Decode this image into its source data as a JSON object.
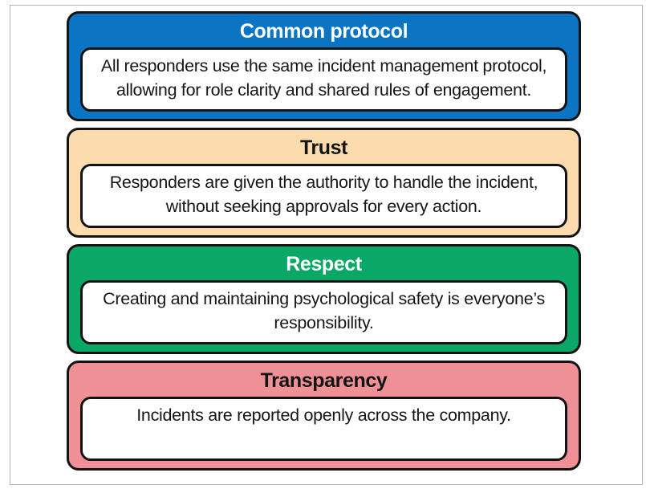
{
  "page": {
    "background": "#ffffff",
    "frame_border_color": "#b4b4b4",
    "card_border_color": "#131313"
  },
  "cards": [
    {
      "id": "common-protocol",
      "title": "Common protocol",
      "body": "All responders use the same incident management protocol, allowing for role clarity and shared rules of engagement.",
      "bg": "#0b75c4",
      "title_color": "#ffffff"
    },
    {
      "id": "trust",
      "title": "Trust",
      "body": "Responders are given the authority to handle the incident, without seeking approvals for every action.",
      "bg": "#fcdcae",
      "title_color": "#131313"
    },
    {
      "id": "respect",
      "title": "Respect",
      "body": "Creating and maintaining psychological safety is everyone’s responsibility.",
      "bg": "#0ba766",
      "title_color": "#ffffff"
    },
    {
      "id": "transparency",
      "title": "Transparency",
      "body": "Incidents are reported openly across the company.",
      "bg": "#ef9096",
      "title_color": "#131313"
    }
  ]
}
